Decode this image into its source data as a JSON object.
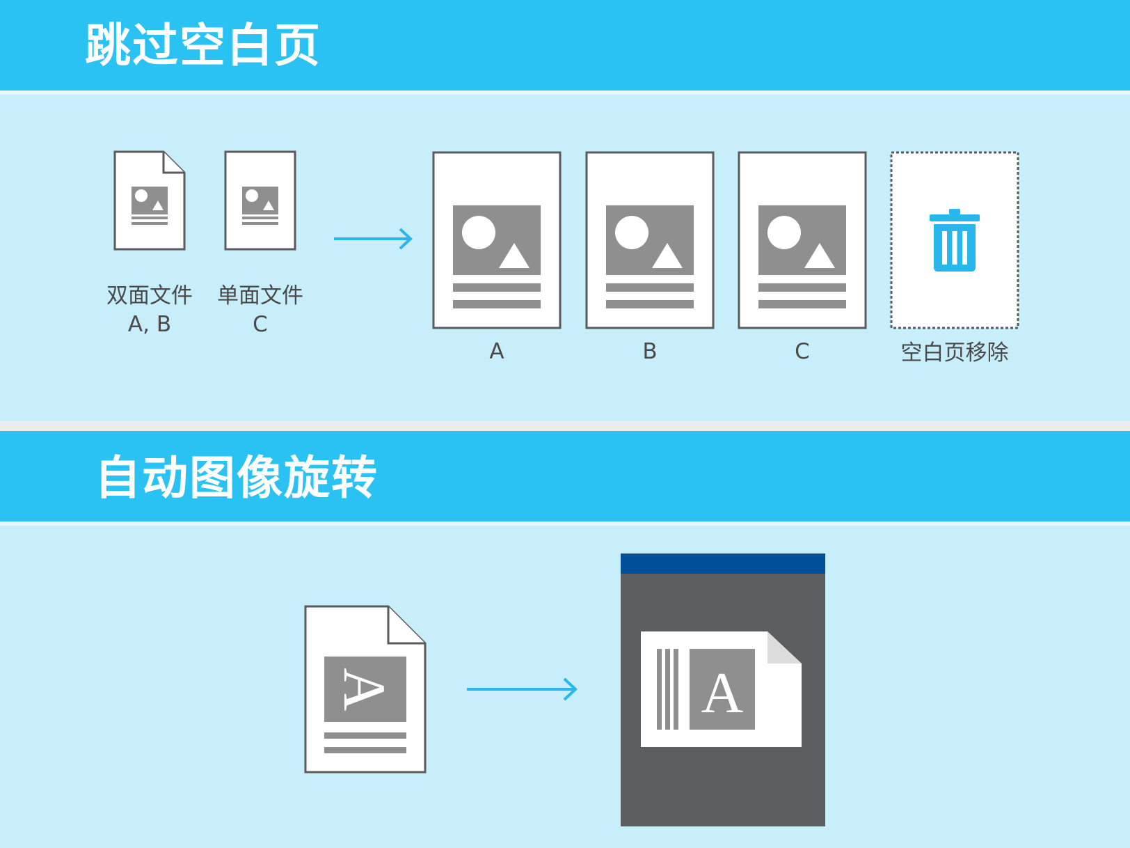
{
  "colors": {
    "accent": "#29c2f3",
    "panel": "#c8eefb",
    "doc_gray": "#8f8f8f",
    "outline": "#5a5a5a",
    "screen": "#5c5d5f",
    "screen_bar": "#004f9b"
  },
  "skip_blank": {
    "title": "跳过空白页",
    "source_docs": [
      {
        "line1": "双面文件",
        "line2": "A, B"
      },
      {
        "line1": "单面文件",
        "line2": "C"
      }
    ],
    "output_pages": [
      "A",
      "B",
      "C"
    ],
    "removed_label": "空白页移除",
    "removed_icon": "trash-icon"
  },
  "auto_rotate": {
    "title": "自动图像旋转",
    "glyph": "A"
  }
}
